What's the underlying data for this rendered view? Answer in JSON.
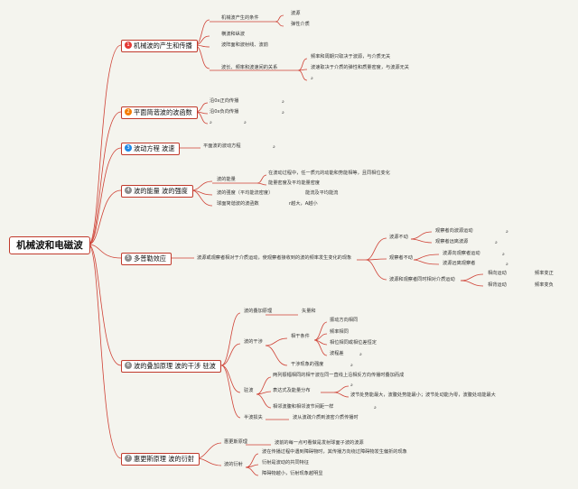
{
  "root": "机械波和电磁波",
  "b1": {
    "num": "1",
    "title": "机械波的产生和传播",
    "cond": "机械波产生的条件",
    "cond1": "波源",
    "cond2": "弹性介质",
    "c1": "横波和纵波",
    "c2": "波阵面和波射线、波前",
    "rel": "波长、频率和波速间的关系",
    "r1": "频率和周期只取决于波源，与介质无关",
    "r2": "波速取决于介质的弹性和质量密度，与波源无关",
    "f": "a"
  },
  "b2": {
    "num": "2",
    "title": "平面简谐波的波函数",
    "s1": "沿0x正向传播",
    "s2": "沿0x负向传播",
    "f1": "a",
    "f2": "a",
    "f3": "a",
    "f4": "a"
  },
  "b3": {
    "num": "3",
    "title": "波动方程 波速",
    "c": "平面波的波动方程",
    "f": "a"
  },
  "b4": {
    "num": "4",
    "title": "波的能量 波的强度",
    "e": "波的能量",
    "e1": "在波动过程中，任一质元的动能和势能相等，且同相位变化",
    "e2": "能量密度及平均能量密度",
    "i": "波的强度（平均能流密度）",
    "i1": "能流及平均能流",
    "s": "球面简谐波的波函数",
    "s1": "r越大，A越小"
  },
  "b5": {
    "num": "5",
    "title": "多普勒效应",
    "desc": "波源或观察者相对于介质运动，使观察者接收到的波的频率发生变化的现象",
    "g1": "波源不动",
    "g11": "观察者向波源运动",
    "g12": "观察者远离波源",
    "g2": "观察者不动",
    "g21": "波源向观察者运动",
    "g22": "波源远离观察者",
    "g3": "波源和观察者同时相对介质运动",
    "g31": "相向运动",
    "g32": "相背运动",
    "g31r": "频率变正",
    "g32r": "频率变负",
    "f": "a"
  },
  "b6": {
    "num": "6",
    "title": "波的叠加原理 波的干涉 驻波",
    "sup": "波的叠加原理",
    "sup1": "矢量和",
    "int": "波的干涉",
    "coh": "相干条件",
    "coh1": "振动方向相同",
    "coh2": "频率相同",
    "coh3": "相位相同或相位差恒定",
    "coh4": "波程差",
    "intc": "干涉现象的强度",
    "sw": "驻波",
    "sw1": "两列振幅相同的相干波在同一直线上沿相反方向传播时叠加而成",
    "sw2": "表达式及能量分布",
    "sw21": "波节处势能最大，波腹处势能最小；波节处动能为零，波腹处动能最大",
    "sw3": "相邻波腹和相邻波节间距一样",
    "hl": "半波损失",
    "hl1": "波从波疏介质到波密介质传播时",
    "f": "a"
  },
  "b7": {
    "num": "7",
    "title": "惠更斯原理 波的衍射",
    "h": "惠更斯原理",
    "h1": "波前的每一点可看做是发射球面子波的波源",
    "d": "波的衍射",
    "d1": "波在传播过程中遇到障碍物时，其传播方向绕过障碍物发生偏折的现象",
    "d2": "衍射是波动的共同特征",
    "d3": "障碍物越小，衍射现象越明显"
  },
  "colors": {
    "line": "#cf4135",
    "box": "#c0392b",
    "bg": "#f4f4ee"
  }
}
